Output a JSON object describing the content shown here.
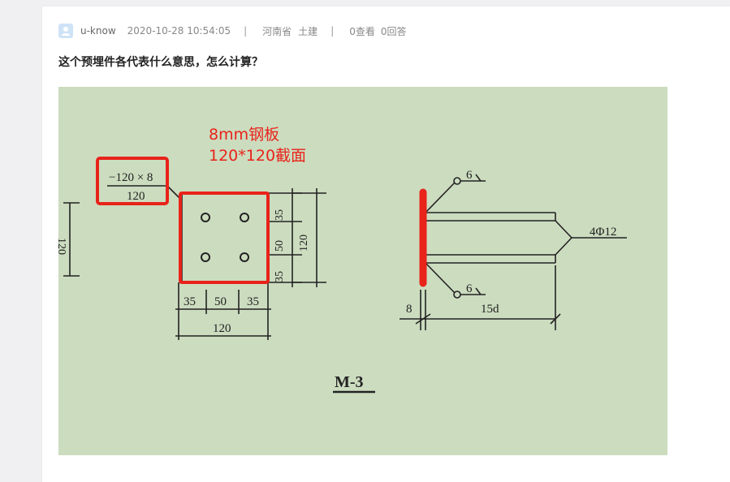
{
  "post": {
    "username": "u-know",
    "timestamp": "2020-10-28 10:54:05",
    "separator": "|",
    "province": "河南省",
    "category": "土建",
    "views": "0查看",
    "answers": "0回答",
    "title": "这个预埋件各代表什么意思，怎么计算？"
  },
  "drawing": {
    "annotation_line1": "8mm钢板",
    "annotation_line2": "120*120截面",
    "label_plate_top": "−120 × 8",
    "label_plate_bottom": "120",
    "left_cut_dim": "120",
    "dim_35_top": "35",
    "dim_50_mid": "50",
    "dim_35_bottom": "35",
    "dim_120_right": "120",
    "dim_35_left": "35",
    "dim_50_center": "50",
    "dim_35_right": "35",
    "dim_120_bottom": "120",
    "weld_top": "6",
    "weld_bottom": "6",
    "rebar_label": "4Φ12",
    "dim_8": "8",
    "dim_15d": "15d",
    "drawing_title": "M-3",
    "colors": {
      "background": "#ccdcbf",
      "highlight": "#e8231a",
      "line": "#222222"
    }
  }
}
